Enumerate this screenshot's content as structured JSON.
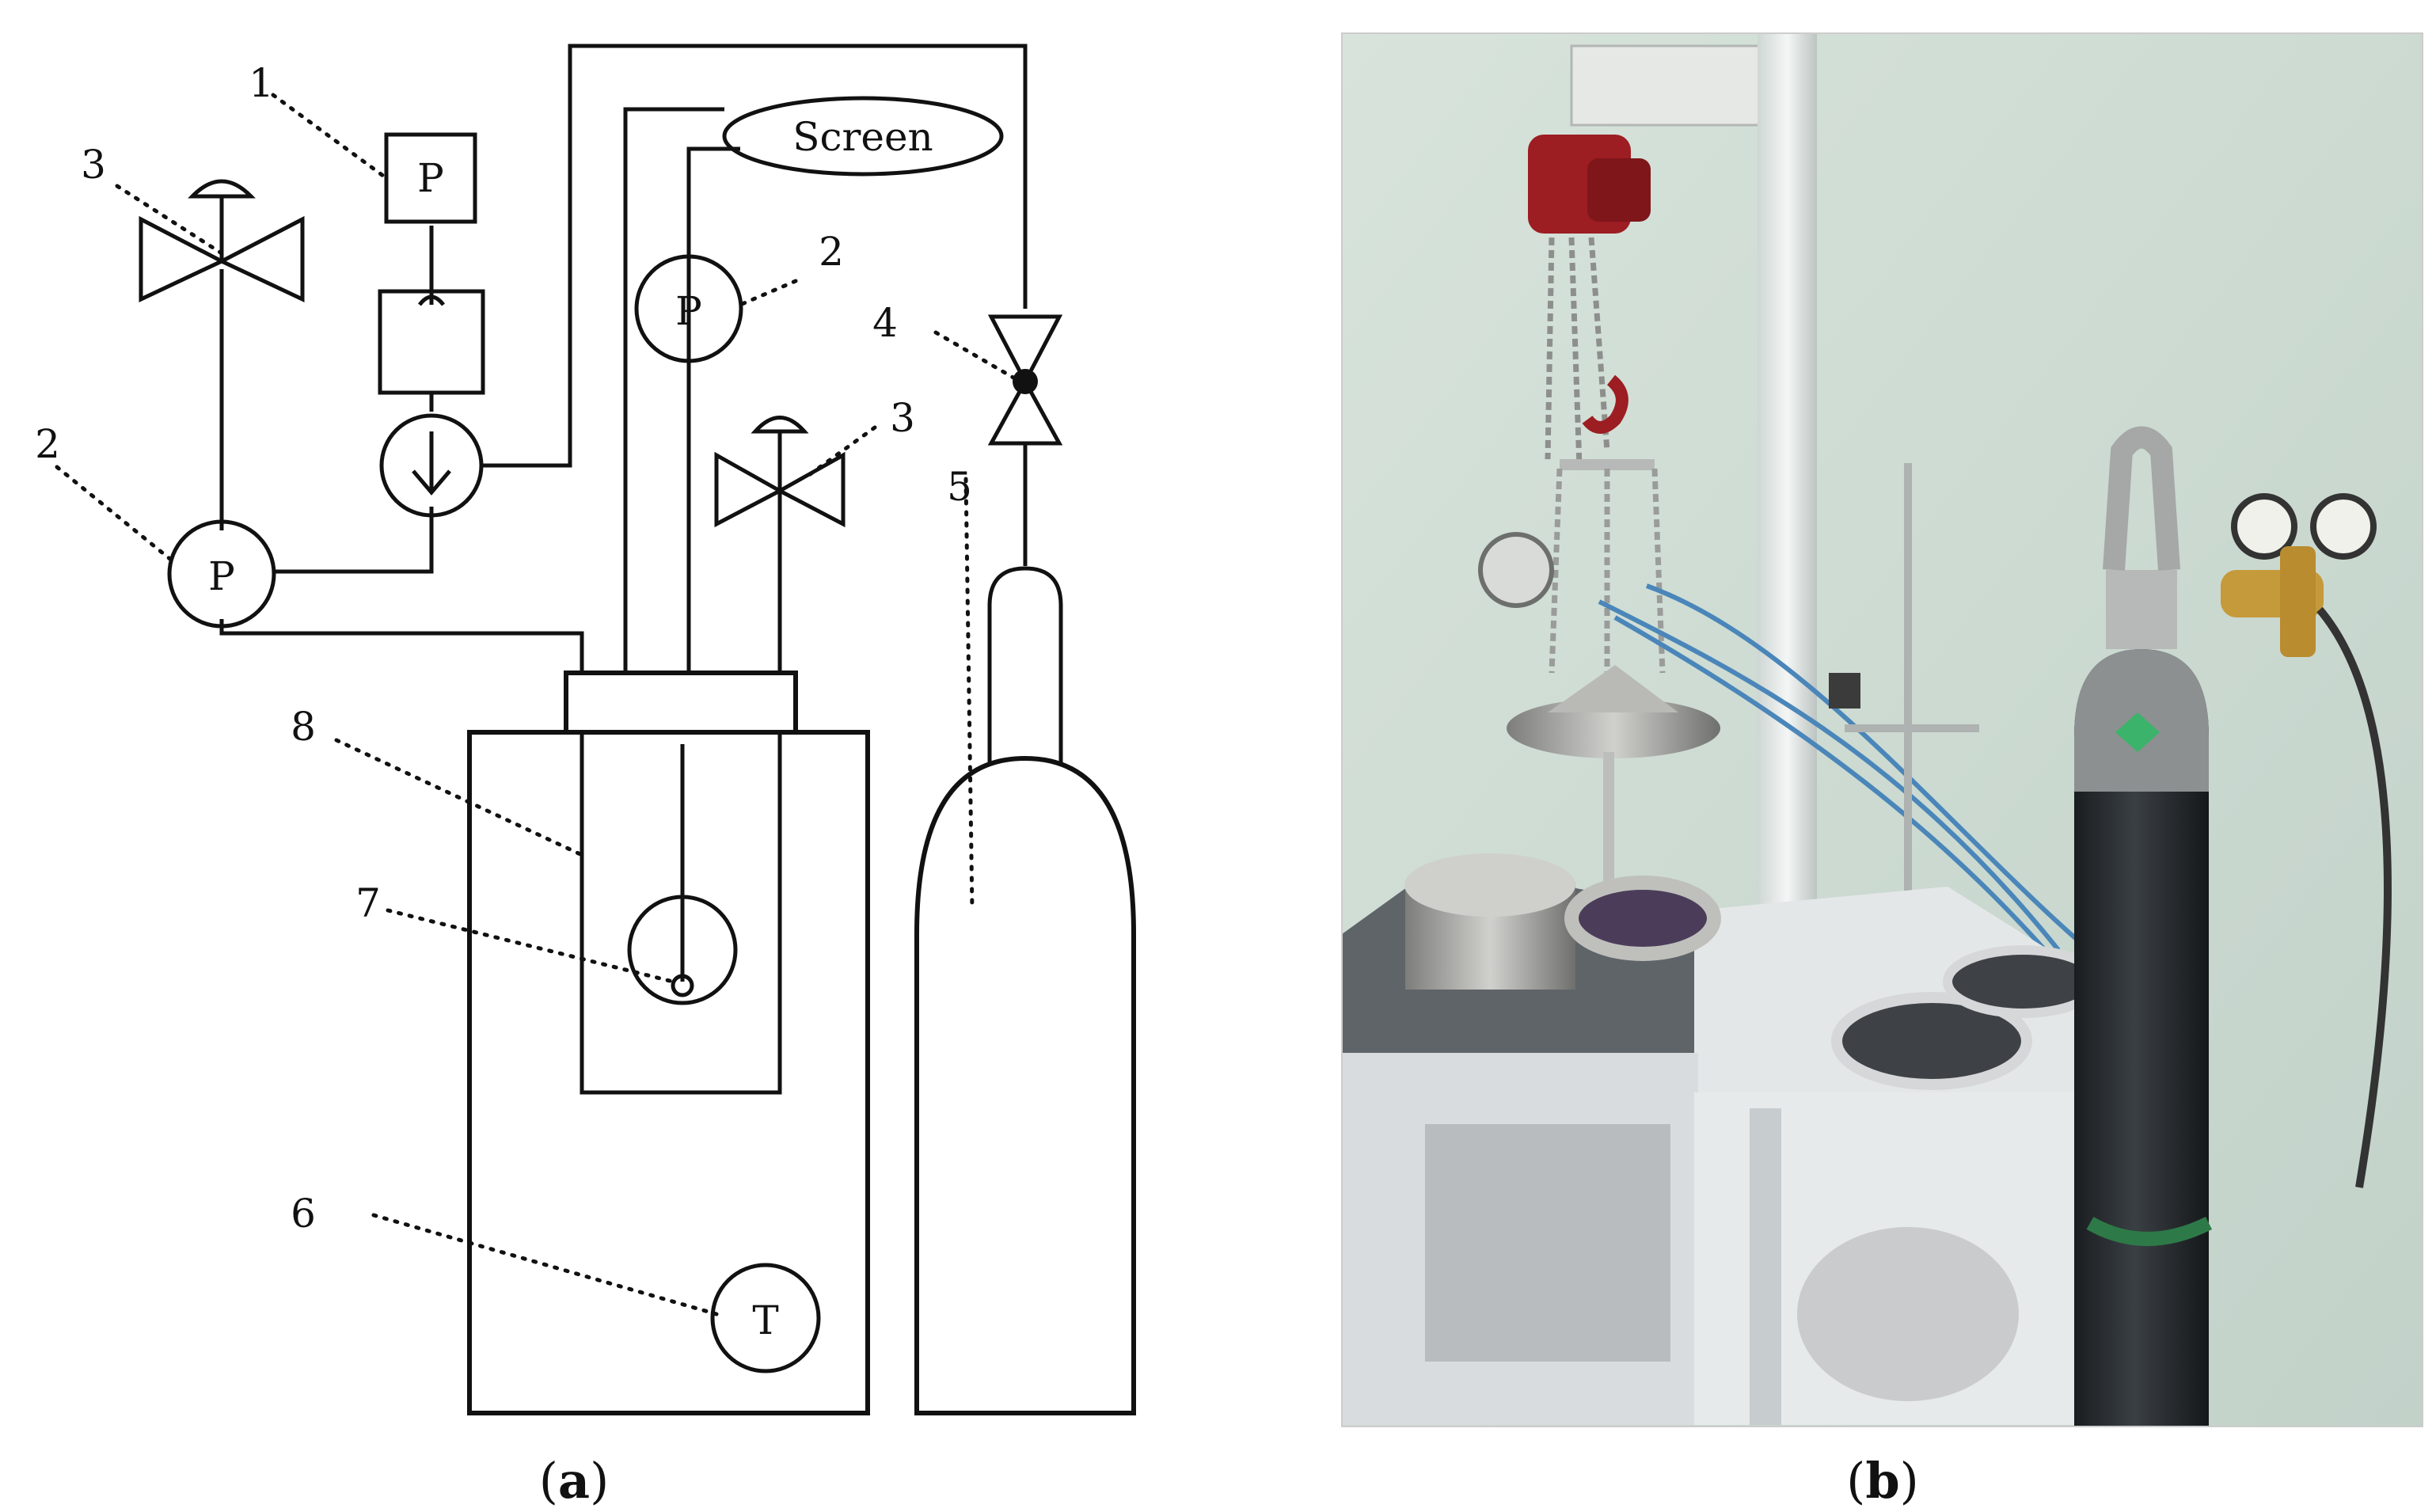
{
  "diagram": {
    "screen_label": "Screen",
    "gauge_symbol": "P",
    "thermometer_symbol": "T",
    "numbers": {
      "n1": "1",
      "n2_left": "2",
      "n2_right": "2",
      "n3_left": "3",
      "n3_right": "3",
      "n4": "4",
      "n5": "5",
      "n6": "6",
      "n7": "7",
      "n8": "8"
    }
  },
  "captions": {
    "a_open": "(",
    "a_letter": "a",
    "a_close": ")",
    "b_open": "(",
    "b_letter": "b",
    "b_close": ")"
  },
  "photo": {
    "description_icon": "laboratory-photo"
  },
  "colors": {
    "line": "#111111",
    "wall": "#cfdcd4",
    "cylinder": "#262a2d",
    "chain_hoist": "#9c1d22",
    "steel": "#a9aaa6",
    "table": "#e1e4e6"
  }
}
